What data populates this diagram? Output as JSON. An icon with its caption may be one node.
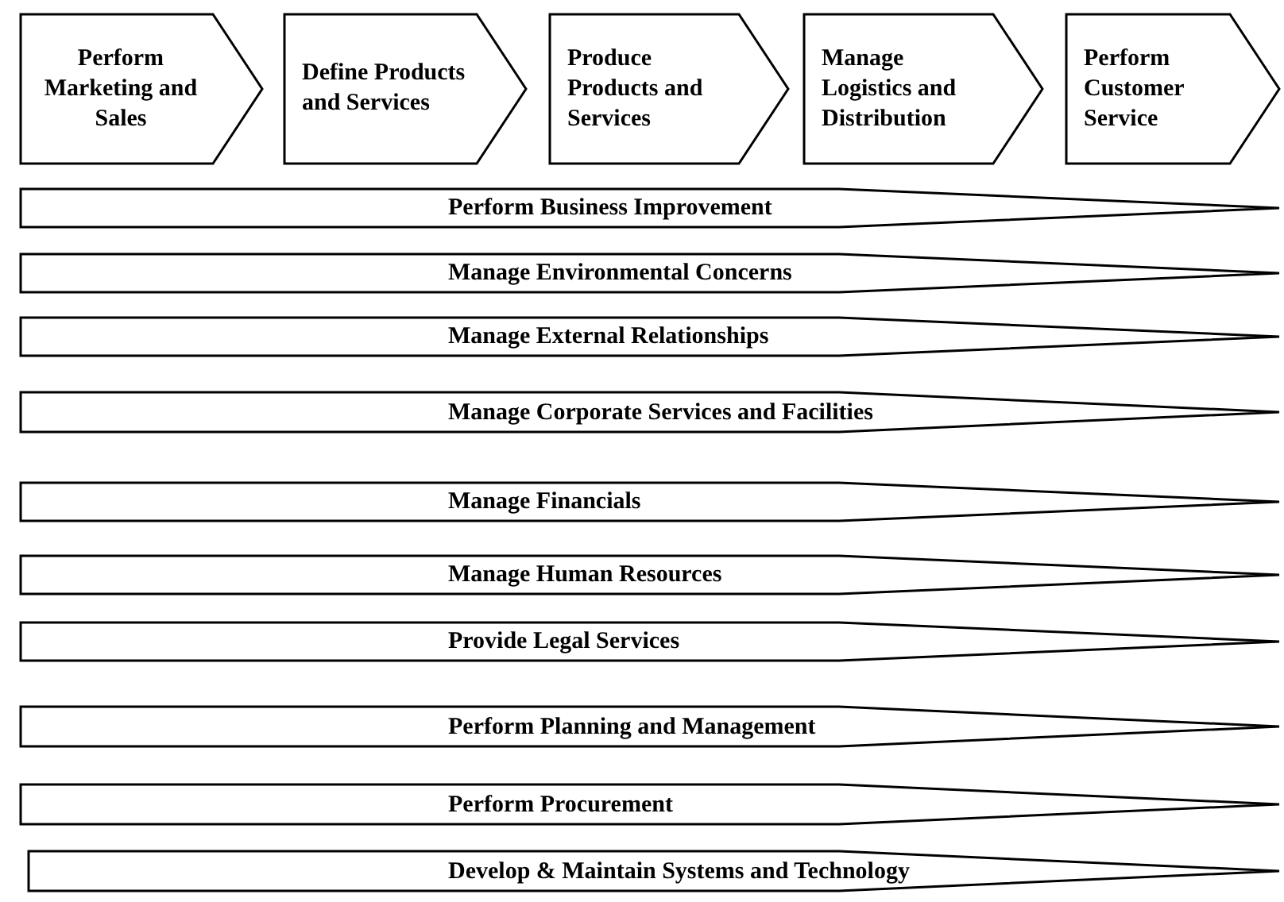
{
  "diagram": {
    "nodes": [
      {
        "text": [
          "Perform Marketing and Sales"
        ]
      },
      {
        "text": [
          "Define Products and Services"
        ]
      },
      {
        "text": [
          "Produce Products and Services"
        ]
      },
      {
        "text": [
          "Manage Logistics and Distribution"
        ]
      },
      {
        "text": [
          "Perform Customer Service"
        ]
      },
      {
        "text": [
          "Perform Business Improvement"
        ]
      },
      {
        "text": [
          "Manage Environmental Concerns"
        ]
      },
      {
        "text": [
          "Manage External Relationships"
        ]
      },
      {
        "text": [
          "Manage Corporate Services and Facilities"
        ]
      },
      {
        "text": [
          "Manage Financials"
        ]
      },
      {
        "text": [
          "Manage Human Resources"
        ]
      },
      {
        "text": [
          "Provide Legal Services"
        ]
      },
      {
        "text": [
          "Perform Planning and Management"
        ]
      },
      {
        "text": [
          "Perform Procurement"
        ]
      },
      {
        "text": [
          "Develop & Maintain Systems and Technology"
        ]
      }
    ]
  }
}
